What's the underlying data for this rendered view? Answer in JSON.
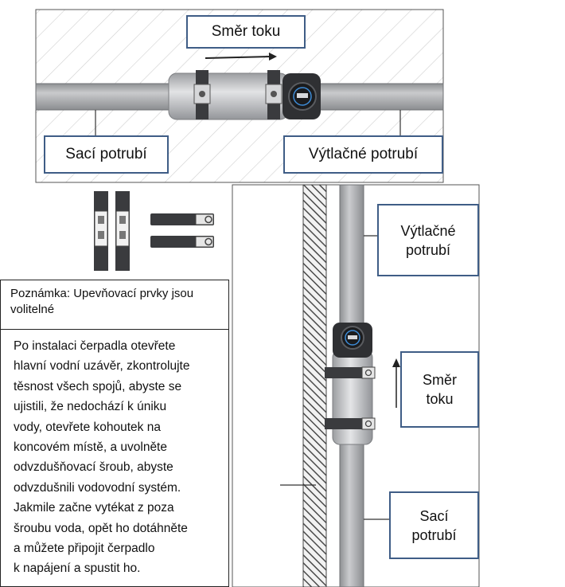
{
  "top_diagram": {
    "flow_label": "Směr toku",
    "suction_label": "Sací potrubí",
    "discharge_label": "Výtlačné potrubí"
  },
  "right_diagram": {
    "discharge_label": "Výtlačné\npotrubí",
    "flow_label": "Směr\ntoku",
    "suction_label": "Sací\npotrubí"
  },
  "note": "Poznámka: Upevňovací prvky jsou volitelné",
  "instructions": "Po instalaci čerpadla otevřete\nhlavní vodní uzávěr, zkontrolujte\ntěsnost všech spojů, abyste se\nujistili, že nedochází k úniku\nvody, otevřete kohoutek na\nkoncovém místě, a uvolněte\nodvzdušňovací šroub, abyste\nodvzdušnili vodovodní systém.\nJakmile začne vytékat z poza\nšroubu voda, opět ho dotáhněte\na můžete připojit čerpadlo\nk napájení a spustit ho.",
  "colors": {
    "label_border": "#3f5d86",
    "pipe": "#a9abae",
    "pump_dark": "#2f3033",
    "hatch": "#555555"
  }
}
